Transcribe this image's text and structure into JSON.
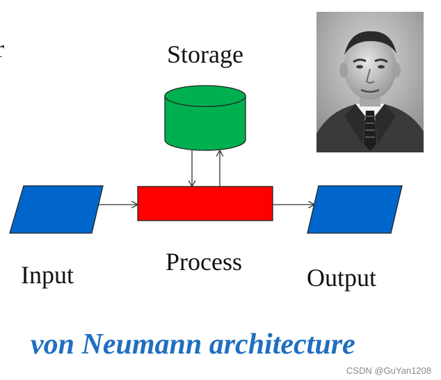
{
  "diagram": {
    "cut_text": "r",
    "storage_label": "Storage",
    "process_label": "Process",
    "input_label": "Input",
    "output_label": "Output",
    "title": "von Neumann architecture",
    "watermark": "CSDN @GuYan1208"
  },
  "colors": {
    "storage_fill": "#00b050",
    "process_fill": "#ff0000",
    "io_fill": "#0066cc",
    "title_color": "#1f6fc0",
    "arrow": "#333333"
  },
  "icons": {
    "portrait": "man-portrait-photo"
  }
}
